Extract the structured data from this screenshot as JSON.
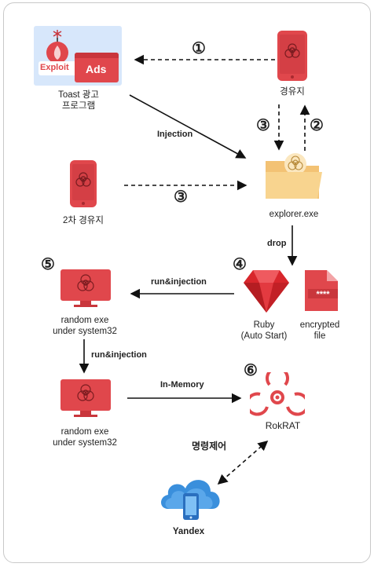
{
  "colors": {
    "red": "#e0474c",
    "darkred": "#c9363c",
    "folder": "#f6cf86",
    "cloud": "#3a8fdc",
    "text": "#222222"
  },
  "nodes": {
    "toast": {
      "label_line1": "Toast 광고",
      "label_line2": "프로그램",
      "exploit_text": "Exploit",
      "ads_text": "Ads"
    },
    "relay": {
      "label": "경유지"
    },
    "relay2": {
      "label": "2차 경유지"
    },
    "explorer": {
      "label": "explorer.exe"
    },
    "ruby": {
      "label_line1": "Ruby",
      "label_line2": "(Auto Start)"
    },
    "encrypted": {
      "label_line1": "encrypted",
      "label_line2": "file",
      "mask_text": "****"
    },
    "random1": {
      "label_line1": "random exe",
      "label_line2": "under system32"
    },
    "random2": {
      "label_line1": "random exe",
      "label_line2": "under system32"
    },
    "rokrat": {
      "label": "RokRAT"
    },
    "yandex": {
      "label": "Yandex"
    }
  },
  "edges": {
    "injection": "Injection",
    "drop": "drop",
    "run_injection_1": "run&injection",
    "run_injection_2": "run&injection",
    "in_memory": "In-Memory",
    "command_control": "명령제어"
  },
  "steps": {
    "s1": "①",
    "s2": "②",
    "s3a": "③",
    "s3b": "③",
    "s4": "④",
    "s5": "⑤",
    "s6": "⑥"
  }
}
